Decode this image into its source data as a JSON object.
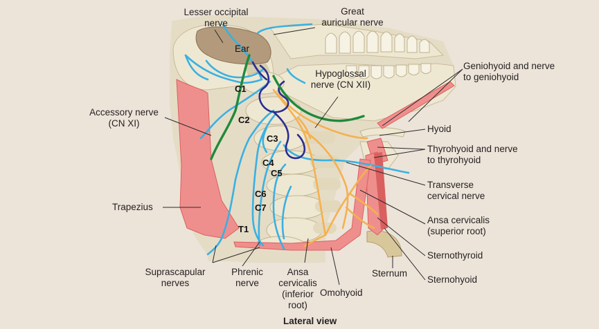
{
  "labels": {
    "lesser_occipital": "Lesser occipital\nnerve",
    "great_auricular": "Great\nauricular nerve",
    "ear": "Ear",
    "hypoglossal": "Hypoglossal\nnerve (CN XII)",
    "geniohyoid": "Geniohyoid and nerve\nto geniohyoid",
    "accessory": "Accessory nerve\n(CN XI)",
    "hyoid": "Hyoid",
    "thyrohyoid": "Thyrohyoid and nerve\nto thyrohyoid",
    "transverse_cervical": "Transverse\ncervical nerve",
    "trapezius": "Trapezius",
    "ansa_superior": "Ansa cervicalis\n(superior root)",
    "sternothyroid": "Sternothyroid",
    "sternohyoid": "Sternohyoid",
    "sternum": "Sternum",
    "suprascapular": "Suprascapular\nnerves",
    "phrenic": "Phrenic\nnerve",
    "ansa_inferior": "Ansa\ncervicalis\n(inferior\nroot)",
    "omohyoid": "Omohyoid",
    "caption": "Lateral view"
  },
  "vertebrae": {
    "c1": "C1",
    "c2": "C2",
    "c3": "C3",
    "c4": "C4",
    "c5": "C5",
    "c6": "C6",
    "c7": "C7",
    "t1": "T1"
  },
  "colors": {
    "background": "#ece4d9",
    "bone": "#eee8d2",
    "bone_shade": "#d6ccae",
    "muscle": "#ef8f8d",
    "muscle_dark": "#d9605f",
    "ear": "#b39a7c",
    "cervical_nerve": "#3ab0e2",
    "accessory_nerve": "#1f8a3a",
    "hypoglossal_nerve": "#2b2d8f",
    "ansa_nerve": "#f5b14f",
    "leader": "#2a2a2a"
  }
}
